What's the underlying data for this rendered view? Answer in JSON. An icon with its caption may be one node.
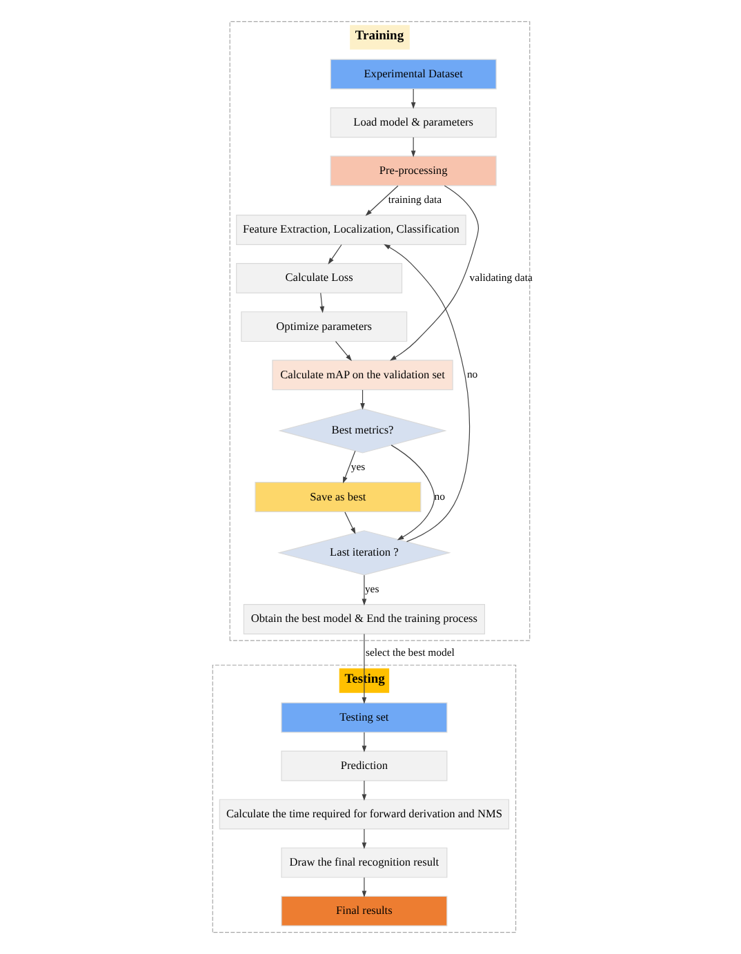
{
  "diagram": {
    "nodes": [
      {
        "text": [
          "Training"
        ]
      },
      {
        "text": [
          "Experimental Dataset"
        ],
        "in": 0
      },
      {
        "text": [
          "Load model & parameters"
        ],
        "in": 0
      },
      {
        "text": [
          "Pre-processing"
        ],
        "in": 0
      },
      {
        "text": [
          "Feature Extraction, Localization, Classification"
        ],
        "in": 0
      },
      {
        "text": [
          "Calculate Loss"
        ],
        "in": 0
      },
      {
        "text": [
          "Optimize parameters"
        ],
        "in": 0
      },
      {
        "text": [
          "Calculate mAP on the validation set"
        ],
        "in": 0
      },
      {
        "text": [
          "Best metrics?"
        ],
        "in": 0
      },
      {
        "text": [
          "Save as best"
        ],
        "in": 0
      },
      {
        "text": [
          "Last iteration ?"
        ],
        "in": 0
      },
      {
        "text": [
          "Obtain the best model & End the training process"
        ],
        "in": 0
      },
      {
        "text": [
          "Testing"
        ]
      },
      {
        "text": [
          "Testing set"
        ],
        "in": 12
      },
      {
        "text": [
          "Prediction"
        ],
        "in": 12
      },
      {
        "text": [
          "Calculate the time required for forward derivation and NMS"
        ],
        "in": 12
      },
      {
        "text": [
          "Draw the final recognition result"
        ],
        "in": 12
      },
      {
        "text": [
          "Final results"
        ],
        "in": 12
      }
    ],
    "edges": [
      {
        "from": 1,
        "to": 2,
        "arrow": "to"
      },
      {
        "from": 2,
        "to": 3,
        "arrow": "to"
      },
      {
        "from": 3,
        "to": 4,
        "arrow": "to",
        "label": "training data"
      },
      {
        "from": 4,
        "to": 5,
        "arrow": "to"
      },
      {
        "from": 5,
        "to": 6,
        "arrow": "to"
      },
      {
        "from": 6,
        "to": 7,
        "arrow": "to"
      },
      {
        "from": 3,
        "to": 7,
        "arrow": "to",
        "label": "validating data"
      },
      {
        "from": 7,
        "to": 8,
        "arrow": "to"
      },
      {
        "from": 8,
        "to": 9,
        "arrow": "to",
        "label": "yes"
      },
      {
        "from": 8,
        "to": 10,
        "arrow": "to",
        "label": "no"
      },
      {
        "from": 9,
        "to": 10,
        "arrow": "to"
      },
      {
        "from": 10,
        "to": 4,
        "arrow": "to",
        "label": "no"
      },
      {
        "from": 10,
        "to": 11,
        "arrow": "to",
        "label": "yes"
      },
      {
        "from": 11,
        "to": 13,
        "arrow": "to",
        "label": "select the best model"
      },
      {
        "from": 13,
        "to": 14,
        "arrow": "to"
      },
      {
        "from": 14,
        "to": 15,
        "arrow": "to"
      },
      {
        "from": 15,
        "to": 16,
        "arrow": "to"
      },
      {
        "from": 16,
        "to": 17,
        "arrow": "to"
      }
    ]
  }
}
